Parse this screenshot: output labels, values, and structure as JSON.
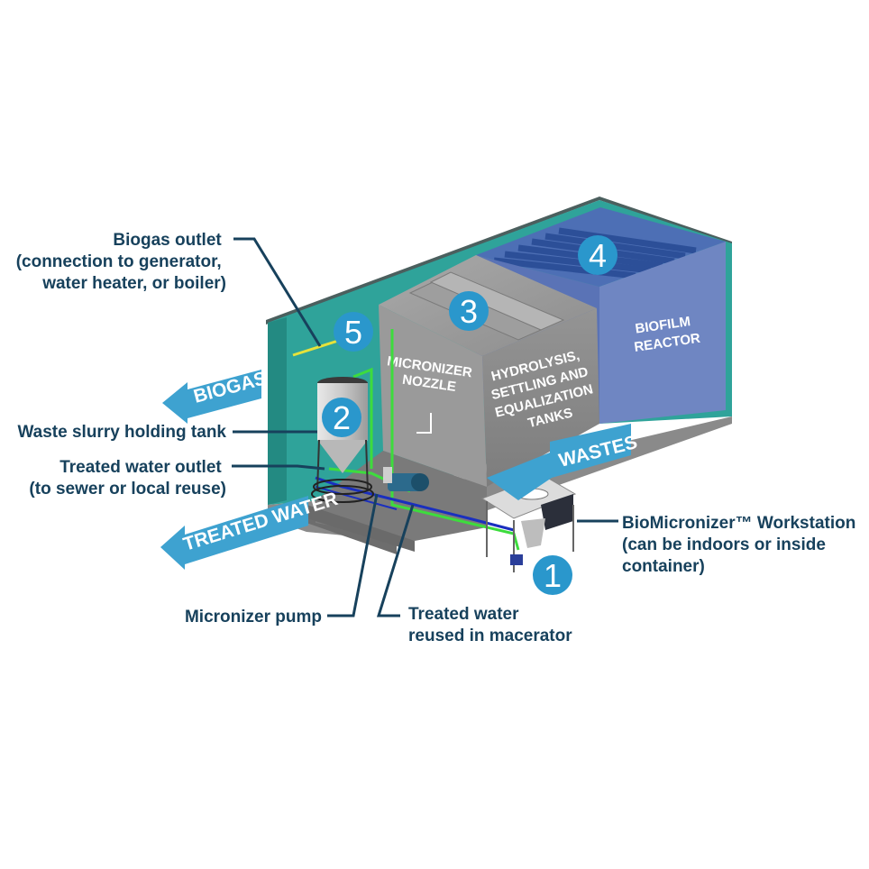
{
  "colors": {
    "callout_text": "#17415c",
    "badge": "#2a97cc",
    "arrow": "#3ea2d0",
    "container_wall": "#2fa39a",
    "tank_gray": "#8c8c8c",
    "biofilm_blue": "#6f86c2",
    "pipe_green": "#3ddc3d",
    "pipe_blue": "#1a2fbf",
    "gas_line": "#e6e23a"
  },
  "badges": [
    "1",
    "2",
    "3",
    "4",
    "5"
  ],
  "arrows": {
    "biogas": "BIOGAS",
    "treated_water": "TREATED WATER",
    "wastes": "WASTES"
  },
  "tank_labels": {
    "micronizer_nozzle": [
      "MICRONIZER",
      "NOZZLE"
    ],
    "hydrolysis": [
      "HYDROLYSIS,",
      "SETTLING AND",
      "EQUALIZATION",
      "TANKS"
    ],
    "biofilm": [
      "BIOFILM",
      "REACTOR"
    ]
  },
  "callouts": {
    "biogas_outlet": [
      "Biogas outlet",
      "(connection to generator,",
      "water heater, or boiler)"
    ],
    "holding_tank": [
      "Waste slurry holding tank"
    ],
    "treated_outlet": [
      "Treated water outlet",
      "(to sewer or local reuse)"
    ],
    "workstation": [
      "BioMicronizer™ Workstation",
      "(can be indoors or inside",
      "container)"
    ],
    "pump": [
      "Micronizer pump"
    ],
    "reused": [
      "Treated water",
      "reused in macerator"
    ]
  },
  "icons": {
    "holding_tank": "cone-tank-icon",
    "workstation": "workstation-icon",
    "pump": "pump-icon"
  }
}
